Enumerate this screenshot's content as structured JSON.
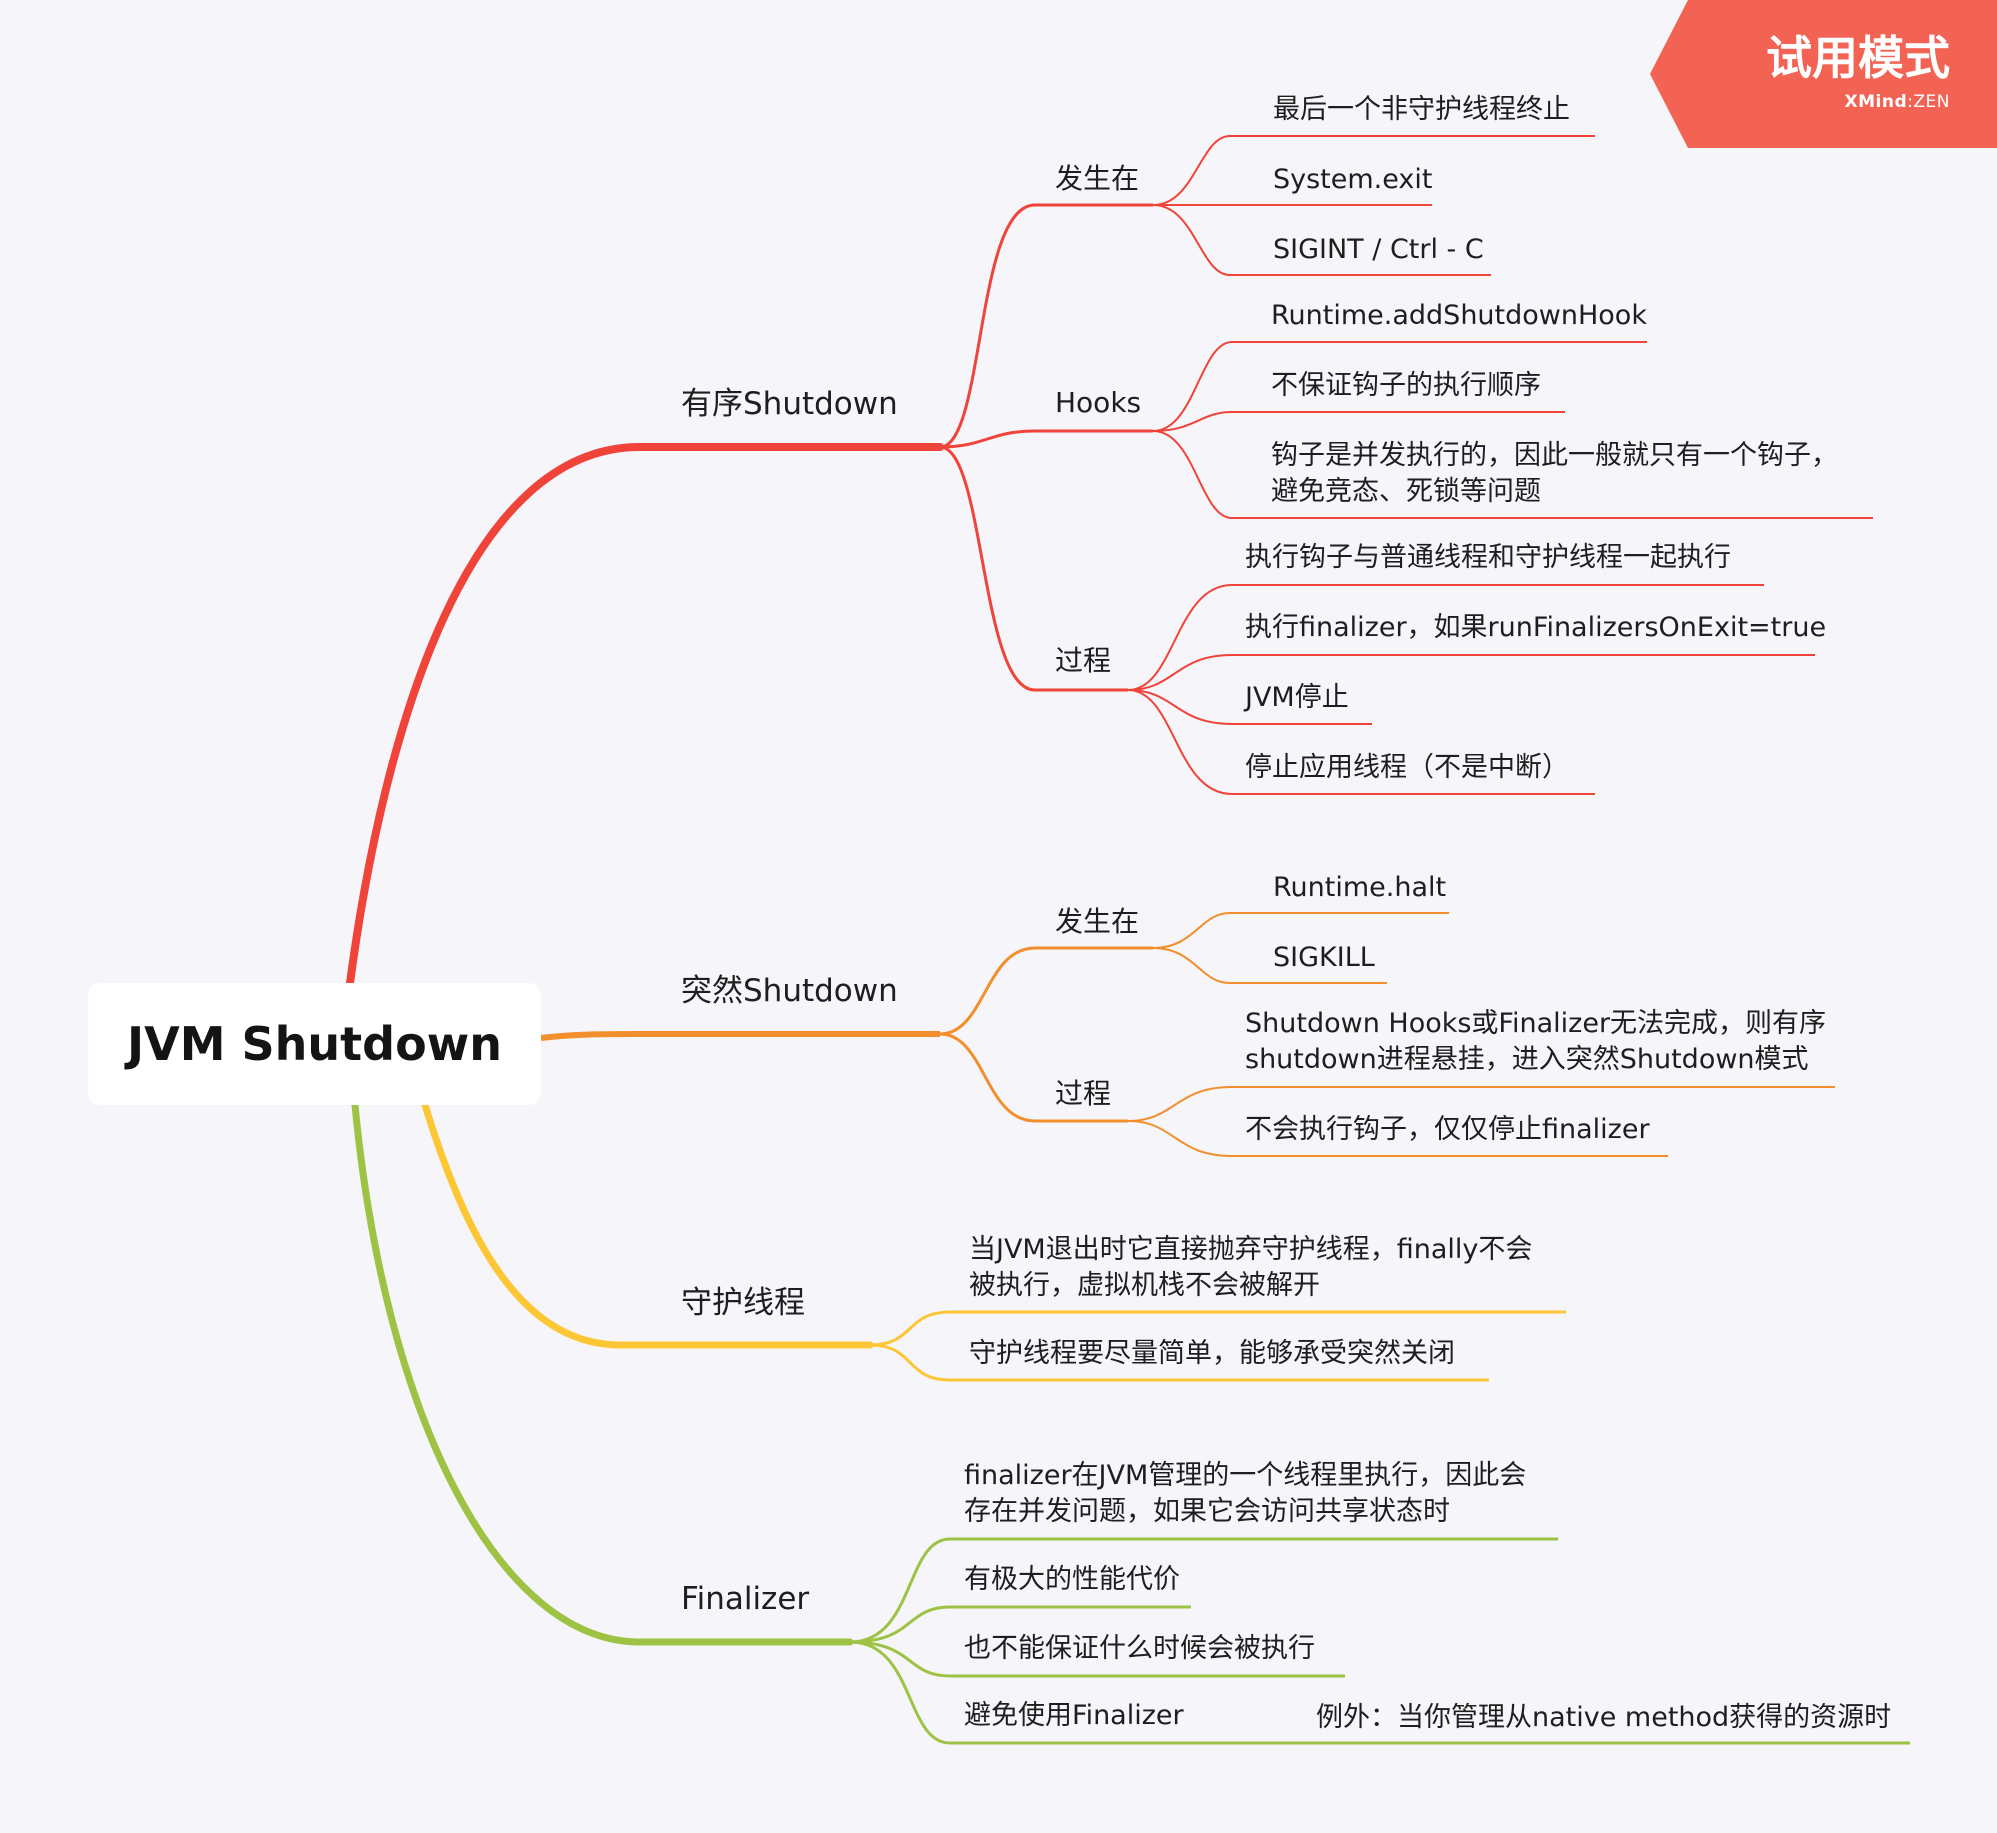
{
  "root": "JVM Shutdown",
  "watermark": {
    "main": "试用模式",
    "brand_bold": "XMind",
    "separator": ":",
    "brand_light": "ZEN"
  },
  "colors": {
    "background": "#f5f5fa",
    "branch1": "#f0443a",
    "branch2": "#f28f2c",
    "branch3": "#fcc635",
    "branch4": "#9dc244",
    "badge": "#f26354"
  },
  "branches": [
    {
      "label": "有序Shutdown",
      "children": [
        {
          "label": "发生在",
          "items": [
            "最后一个非守护线程终止",
            "System.exit",
            "SIGINT / Ctrl - C"
          ]
        },
        {
          "label": "Hooks",
          "items": [
            "Runtime.addShutdownHook",
            "不保证钩子的执行顺序",
            "钩子是并发执行的，因此一般就只有一个钩子，",
            "避免竞态、死锁等问题"
          ]
        },
        {
          "label": "过程",
          "items": [
            "执行钩子与普通线程和守护线程一起执行",
            "执行finalizer，如果runFinalizersOnExit=true",
            "JVM停止",
            "停止应用线程（不是中断）"
          ]
        }
      ]
    },
    {
      "label": "突然Shutdown",
      "children": [
        {
          "label": "发生在",
          "items": [
            "Runtime.halt",
            "SIGKILL"
          ]
        },
        {
          "label": "过程",
          "items": [
            "Shutdown Hooks或Finalizer无法完成，则有序",
            "shutdown进程悬挂，进入突然Shutdown模式",
            "不会执行钩子，仅仅停止finalizer"
          ]
        }
      ]
    },
    {
      "label": "守护线程",
      "items": [
        "当JVM退出时它直接抛弃守护线程，finally不会",
        "被执行，虚拟机栈不会被解开",
        "守护线程要尽量简单，能够承受突然关闭"
      ]
    },
    {
      "label": "Finalizer",
      "items": [
        "finalizer在JVM管理的一个线程里执行，因此会",
        "存在并发问题，如果它会访问共享状态时",
        "有极大的性能代价",
        "也不能保证什么时候会被执行",
        "避免使用Finalizer",
        "例外：当你管理从native method获得的资源时"
      ]
    }
  ]
}
